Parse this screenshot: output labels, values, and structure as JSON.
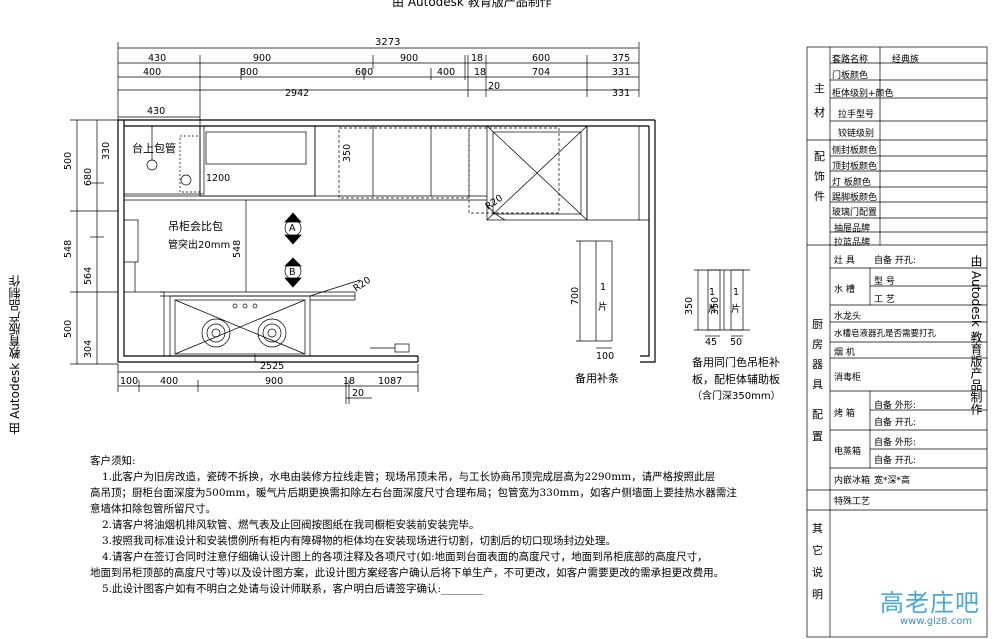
{
  "header": {
    "watermark": "由 Autodesk 教育版产品制作"
  },
  "dimensions": {
    "total_top": "3273",
    "row1": [
      "430",
      "900",
      "900",
      "18",
      "600",
      "375"
    ],
    "row2": [
      "400",
      "800",
      "600",
      "400",
      "18",
      "704",
      "331"
    ],
    "row3_small": "20",
    "row3": [
      "2942",
      "331"
    ],
    "upper_430": "430",
    "left": [
      "500",
      "680",
      "548",
      "564",
      "500",
      "304"
    ],
    "d330": "330",
    "d350": "350",
    "d548": "548",
    "d1200": "1200",
    "r20a": "R20",
    "r20b": "R20",
    "bottom_total": "2525",
    "bottom": [
      "100",
      "400",
      "900",
      "18",
      "1087"
    ],
    "bottom_small": "20",
    "panel_700": "700",
    "panel_100": "100",
    "panel_350a": "350",
    "panel_350b": "350",
    "panel_45": "45",
    "panel_50": "50",
    "panel_1a": "1",
    "panel_1b": "1",
    "panel_1c": "1",
    "panel_pian": "片",
    "panel_pian2": "片",
    "panel_pian3": "片"
  },
  "labels": {
    "sink_pipe": "台上包管",
    "cabinet_note_1": "吊柜会比包",
    "cabinet_note_2": "管突出20mm",
    "marker_a": "A",
    "marker_b": "B",
    "spare_strip": "备用补条",
    "spare_panel_1": "备用同门色吊柜补",
    "spare_panel_2": "板，配柜体辅助板",
    "spare_panel_3": "（含门深350mm）"
  },
  "notes": {
    "heading": "客户须知:",
    "lines": [
      "1.此客户为旧房改造，瓷砖不拆换，水电由装修方拉线走管；现场吊顶未吊，与工长协商吊顶完成层高为2290mm，请严格按照此层",
      "高吊顶；厨柜台面深度为500mm，暖气片后期更换需扣除左右台面深度尺寸合理布局；包管宽为330mm，如客户侧墙面上要挂热水器需注",
      "意墙体扣除包管所留尺寸。",
      "2.请客户将油烟机排风软管、燃气表及止回阀按图纸在我司橱柜安装前安装完毕。",
      "3.按照我司标准设计和安装惯例所有柜内有障碍物的柜体均在安装现场进行切割，切割后的切口现场封边处理。",
      "4.请客户在签订合同时注意仔细确认设计图上的各项注释及各项尺寸(如:地面到台面表面的高度尺寸，地面到吊柜底部的高度尺寸，",
      "地面到吊柜顶部的高度尺寸等)以及设计图方案，此设计图方案经客户确认后将下单生产，不可更改，如客户需要更改的需承担更改费用。",
      "5.此设计图客户如有不明白之处请与设计师联系，客户明白后请签字确认:"
    ],
    "signature_blank": "________"
  },
  "panel": {
    "rows": [
      {
        "group": "主",
        "label": "套路名称",
        "value": "经典族"
      },
      {
        "group": "",
        "label": "门板颜色",
        "value": ""
      },
      {
        "group": "材",
        "label": "柜体级别+颜色",
        "value": ""
      },
      {
        "group": "",
        "label": "拉手型号",
        "value": ""
      },
      {
        "group": "",
        "label": "铰链级别",
        "value": ""
      },
      {
        "group": "配",
        "label": "侧封板颜色",
        "value": ""
      },
      {
        "group": "",
        "label": "顶封板颜色",
        "value": ""
      },
      {
        "group": "饰",
        "label": "灯  板颜色",
        "value": ""
      },
      {
        "group": "",
        "label": "踢脚板颜色",
        "value": ""
      },
      {
        "group": "件",
        "label": "玻璃门配置",
        "value": ""
      },
      {
        "group": "",
        "label": "抽屉品牌",
        "value": ""
      },
      {
        "group": "",
        "label": "拉篮品牌",
        "value": ""
      }
    ],
    "appliance_group": [
      "厨",
      "房",
      "器",
      "具",
      "配",
      "置"
    ],
    "appliances": [
      {
        "label": "灶  具",
        "sub": [
          "自备 开孔:"
        ]
      },
      {
        "label": "水  槽",
        "sub": [
          "型  号",
          "工  艺"
        ]
      },
      {
        "label": "水龙头",
        "sub": [
          ""
        ]
      },
      {
        "label": "水槽皂液器孔是否需要打孔",
        "sub": []
      },
      {
        "label": "烟  机",
        "sub": [
          ""
        ]
      },
      {
        "label": "消毒柜",
        "sub": [
          ""
        ]
      },
      {
        "label": "烤  箱",
        "sub": [
          "自备  外形:",
          "自备  开孔:"
        ]
      },
      {
        "label": "电蒸箱",
        "sub": [
          "自备  外形:",
          "自备  开孔:"
        ]
      },
      {
        "label": "内嵌冰箱",
        "sub": [
          "宽*深*高"
        ]
      },
      {
        "label": "特殊工艺",
        "sub": [
          ""
        ]
      }
    ],
    "other_group": [
      "其",
      "它",
      "说",
      "明"
    ]
  },
  "footer": {
    "logo": "高老庄吧",
    "url": "www.glz8.com"
  }
}
